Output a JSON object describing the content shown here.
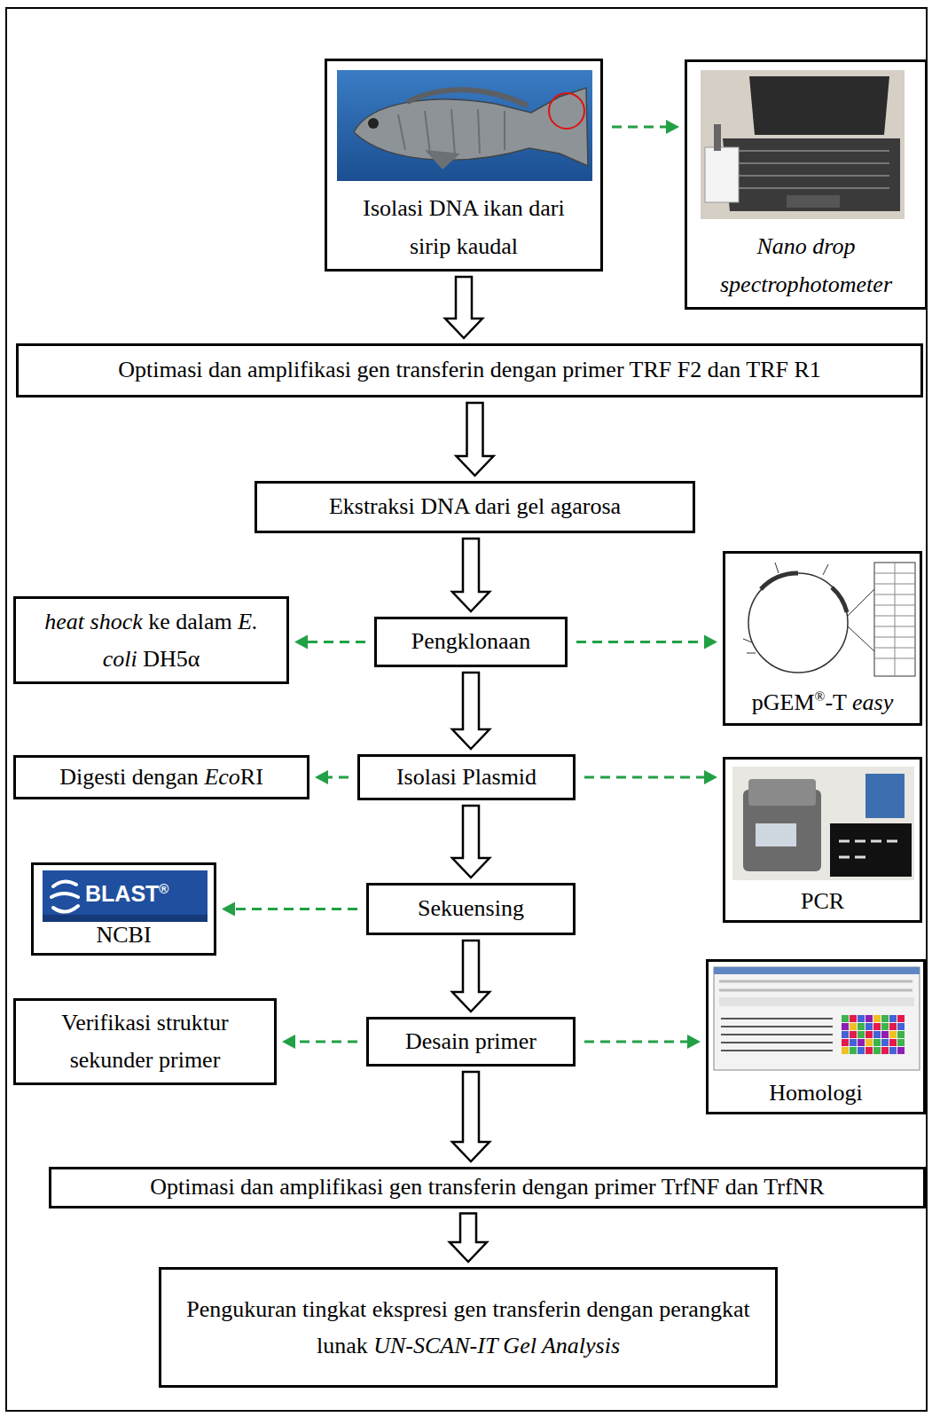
{
  "diagram": {
    "nodes": [
      {
        "text": [
          "Isolasi DNA ikan dari sirip kaudal"
        ]
      },
      {
        "text": [
          "Nano drop spectrophotometer"
        ]
      },
      {
        "text": [
          "Optimasi dan amplifikasi gen transferin dengan primer TRF F2 dan TRF R1"
        ]
      },
      {
        "text": [
          "Ekstraksi DNA dari gel agarosa"
        ]
      },
      {
        "text": [
          "heat shock ke dalam E. coli DH5α"
        ]
      },
      {
        "text": [
          "Pengklonaan"
        ]
      },
      {
        "text": [
          "pGEM®-T easy"
        ]
      },
      {
        "text": [
          "Digesti dengan EcoRI"
        ]
      },
      {
        "text": [
          "Isolasi Plasmid"
        ]
      },
      {
        "text": [
          "PCR"
        ]
      },
      {
        "text": [
          "BLAST®",
          "NCBI"
        ]
      },
      {
        "text": [
          "Sekuensing"
        ]
      },
      {
        "text": [
          "Verifikasi struktur sekunder primer"
        ]
      },
      {
        "text": [
          "Desain primer"
        ]
      },
      {
        "text": [
          "Homologi"
        ]
      },
      {
        "text": [
          "Optimasi dan amplifikasi gen transferin dengan primer TrfNF dan TrfNR"
        ]
      },
      {
        "text": [
          "Pengukuran tingkat ekspresi gen transferin dengan perangkat lunak UN-SCAN-IT Gel Analysis"
        ]
      }
    ],
    "edges": [
      {
        "from": 0,
        "to": 1,
        "arrow": "to"
      },
      {
        "from": 0,
        "to": 2,
        "arrow": "to"
      },
      {
        "from": 2,
        "to": 3,
        "arrow": "to"
      },
      {
        "from": 3,
        "to": 5,
        "arrow": "to"
      },
      {
        "from": 5,
        "to": 4,
        "arrow": "to"
      },
      {
        "from": 5,
        "to": 6,
        "arrow": "to"
      },
      {
        "from": 5,
        "to": 8,
        "arrow": "to"
      },
      {
        "from": 8,
        "to": 7,
        "arrow": "to"
      },
      {
        "from": 8,
        "to": 9,
        "arrow": "to"
      },
      {
        "from": 8,
        "to": 11,
        "arrow": "to"
      },
      {
        "from": 11,
        "to": 10,
        "arrow": "to"
      },
      {
        "from": 11,
        "to": 13,
        "arrow": "to"
      },
      {
        "from": 13,
        "to": 12,
        "arrow": "to"
      },
      {
        "from": 13,
        "to": 14,
        "arrow": "to"
      },
      {
        "from": 13,
        "to": 15,
        "arrow": "to"
      },
      {
        "from": 15,
        "to": 16,
        "arrow": "to"
      }
    ]
  }
}
